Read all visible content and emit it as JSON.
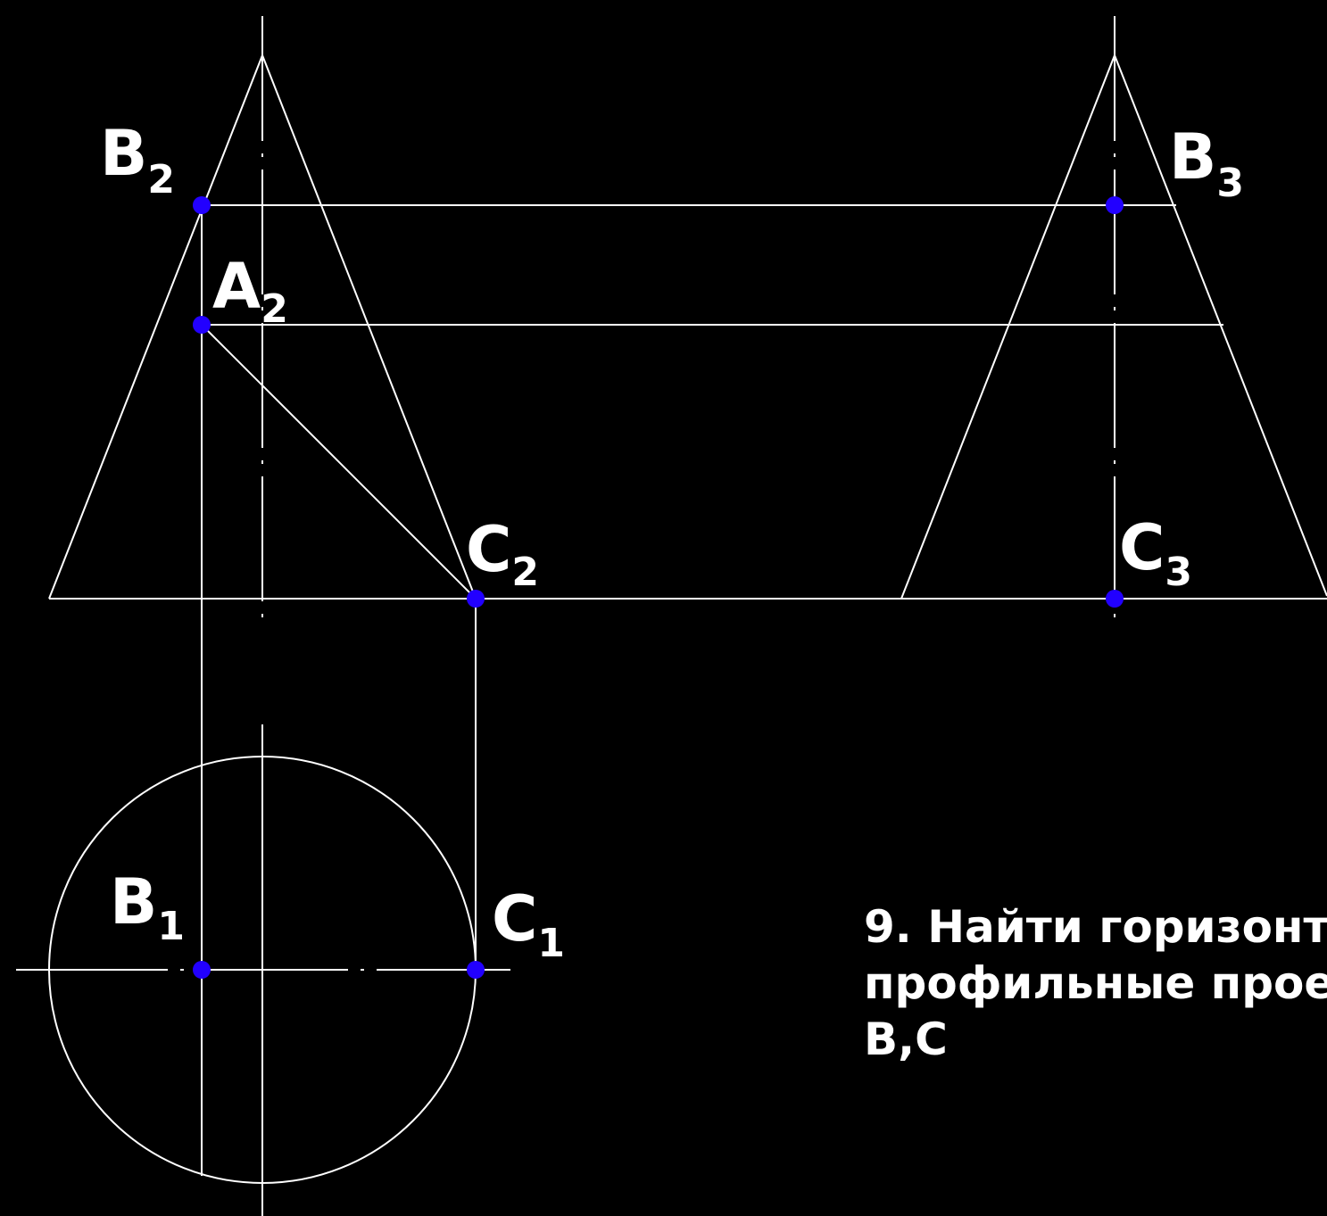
{
  "colors": {
    "background": "#000000",
    "line": "#ffffff",
    "point": "#2200ff"
  },
  "points": [
    {
      "id": "B2",
      "letter": "B",
      "index": "2"
    },
    {
      "id": "A2",
      "letter": "A",
      "index": "2"
    },
    {
      "id": "C2",
      "letter": "C",
      "index": "2"
    },
    {
      "id": "B3",
      "letter": "B",
      "index": "3"
    },
    {
      "id": "C3",
      "letter": "C",
      "index": "3"
    },
    {
      "id": "B1",
      "letter": "B",
      "index": "1"
    },
    {
      "id": "C1",
      "letter": "C",
      "index": "1"
    }
  ],
  "task": {
    "line1": "9. Найти горизонт",
    "line2": "профильные прое",
    "line3": "B,C"
  }
}
